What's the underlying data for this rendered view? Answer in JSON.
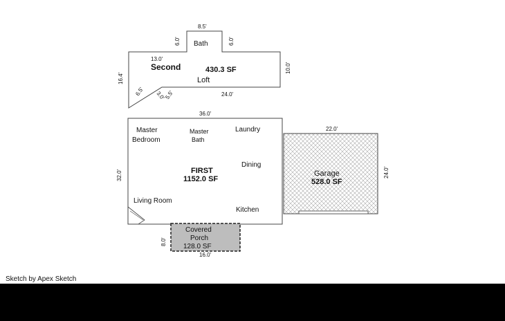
{
  "sketch": {
    "second_floor": {
      "name": "Second",
      "area": "430.3 SF",
      "rooms": {
        "bath": "Bath",
        "loft": "Loft"
      },
      "dims": {
        "top": "8.5'",
        "bath_left": "6.0'",
        "bath_right": "6.0'",
        "left_top": "13.0'",
        "left_side": "16.4'",
        "right_side": "10.0'",
        "bottom": "24.0'",
        "diag_a": "6.5'",
        "diag_b": "3.0'",
        "diag_c": "5.5'"
      }
    },
    "first_floor": {
      "name": "FIRST",
      "area": "1152.0 SF",
      "rooms": {
        "master_bedroom_line1": "Master",
        "master_bedroom_line2": "Bedroom",
        "master_bath_line1": "Master",
        "master_bath_line2": "Bath",
        "laundry": "Laundry",
        "dining": "Dining",
        "living_room": "Living Room",
        "kitchen": "Kitchen"
      },
      "dims": {
        "top": "36.0'",
        "left": "32.0'"
      }
    },
    "garage": {
      "name": "Garage",
      "area": "528.0 SF",
      "dims": {
        "top": "22.0'",
        "right": "24.0'"
      }
    },
    "porch": {
      "name_line1": "Covered",
      "name_line2": "Porch",
      "area": "128.0 SF",
      "dims": {
        "left": "8.0'",
        "bottom": "16.0'"
      }
    },
    "credit": "Sketch by Apex Sketch"
  },
  "colors": {
    "outline": "#444444",
    "porch_fill": "#bdbdbd",
    "garage_hatch": "#9a9a9a"
  }
}
